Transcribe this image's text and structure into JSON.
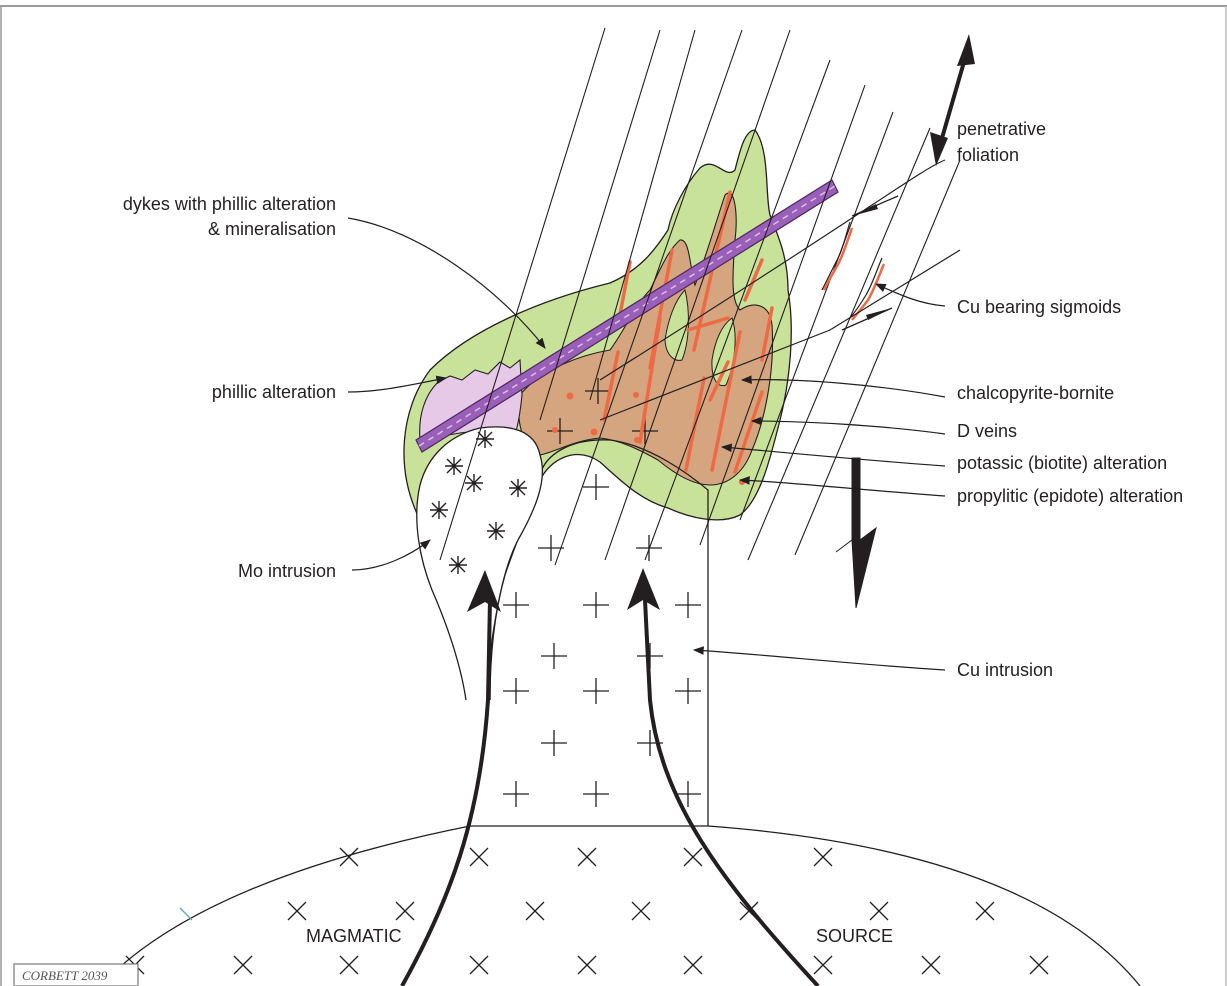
{
  "labels": {
    "dykes_line1": "dykes with phillic  alteration",
    "dykes_line2": "& mineralisation",
    "phillic": "phillic  alteration",
    "mo_intrusion": "Mo intrusion",
    "penetrative": "penetrative",
    "foliation": "foliation",
    "sigmoids": "Cu bearing  sigmoids",
    "chalco": "chalcopyrite-bornite",
    "dveins": "D veins",
    "potassic": "potassic (biotite) alteration",
    "propylitic": "propylitic (epidote) alteration",
    "cu_intrusion": "Cu intrusion",
    "magmatic": "MAGMATIC",
    "source": "SOURCE",
    "credit": "CORBETT  2039"
  },
  "colors": {
    "propylitic_green": "#c8e29a",
    "potassic_brown": "#d4a57e",
    "phillic_pink": "#e5c9e7",
    "dyke_purple": "#9a5fb8",
    "vein_red": "#ee6a45",
    "line": "#231f20"
  }
}
